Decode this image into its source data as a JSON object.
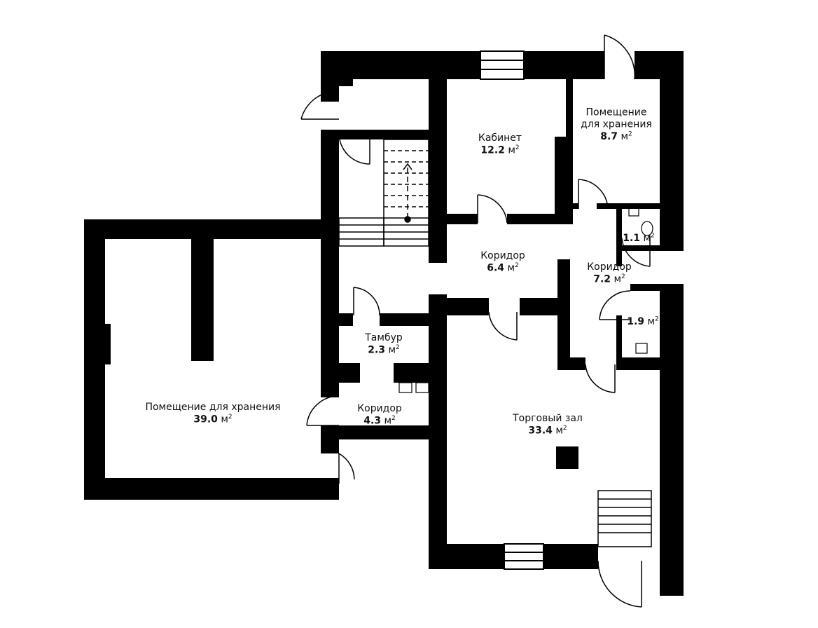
{
  "rooms": [
    {
      "id": "storage-main",
      "name": "Помещение для хранения",
      "area": "39.0",
      "unit": "м",
      "sup": "2"
    },
    {
      "id": "tambur",
      "name": "Тамбур",
      "area": "2.3",
      "unit": "м",
      "sup": "2"
    },
    {
      "id": "corridor-small",
      "name": "Коридор",
      "area": "4.3",
      "unit": "м",
      "sup": "2"
    },
    {
      "id": "cabinet",
      "name": "Кабинет",
      "area": "12.2",
      "unit": "м",
      "sup": "2"
    },
    {
      "id": "storage-small",
      "name": "Помещение\nдля хранения",
      "area": "8.7",
      "unit": "м",
      "sup": "2"
    },
    {
      "id": "corridor-mid",
      "name": "Коридор",
      "area": "6.4",
      "unit": "м",
      "sup": "2"
    },
    {
      "id": "corridor-right",
      "name": "Коридор",
      "area": "7.2",
      "unit": "м",
      "sup": "2"
    },
    {
      "id": "wc-small",
      "name": "",
      "area": "1.1",
      "unit": "м",
      "sup": "2"
    },
    {
      "id": "wc-large",
      "name": "",
      "area": "1.9",
      "unit": "м",
      "sup": "2"
    },
    {
      "id": "sales-hall",
      "name": "Торговый зал",
      "area": "33.4",
      "unit": "м",
      "sup": "2"
    }
  ]
}
